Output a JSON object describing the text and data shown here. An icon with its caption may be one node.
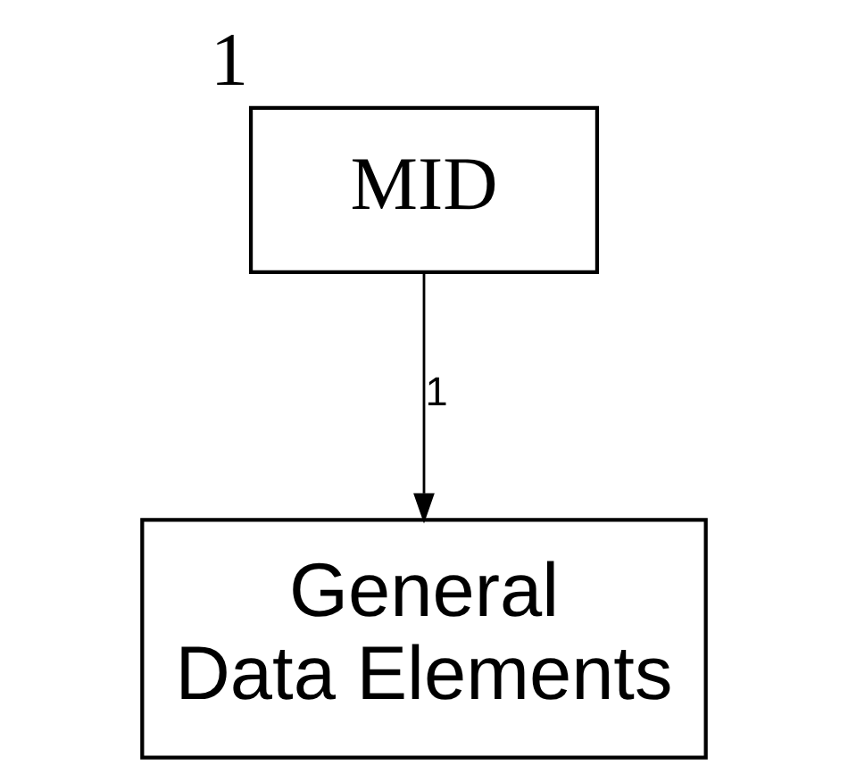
{
  "diagram": {
    "nodes": [
      {
        "text": [
          "MID"
        ],
        "beside": [
          "1"
        ]
      },
      {
        "text": [
          "General Data Elements"
        ]
      }
    ],
    "edges": [
      {
        "from": 0,
        "to": 1,
        "arrow": "to",
        "label": "1"
      }
    ]
  }
}
